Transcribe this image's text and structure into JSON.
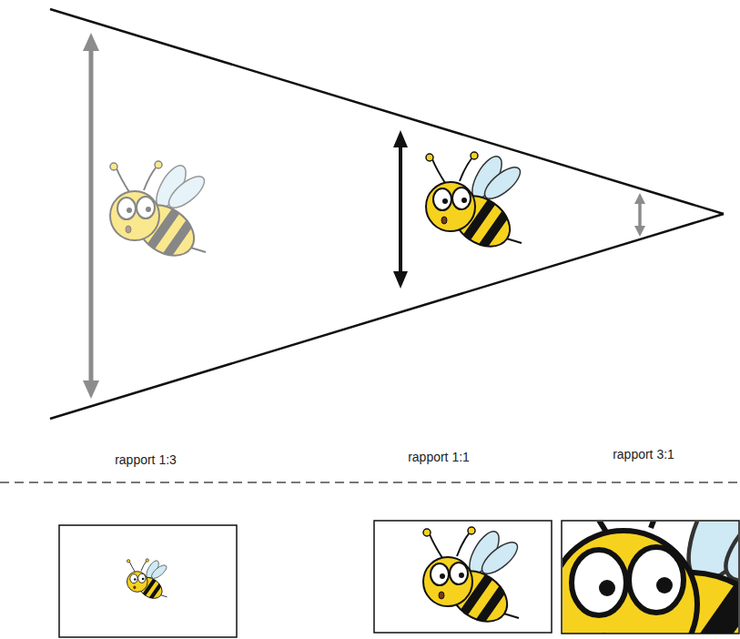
{
  "diagram": {
    "labels": [
      "rapport 1:3",
      "rapport 1:1",
      "rapport 3:1"
    ]
  }
}
